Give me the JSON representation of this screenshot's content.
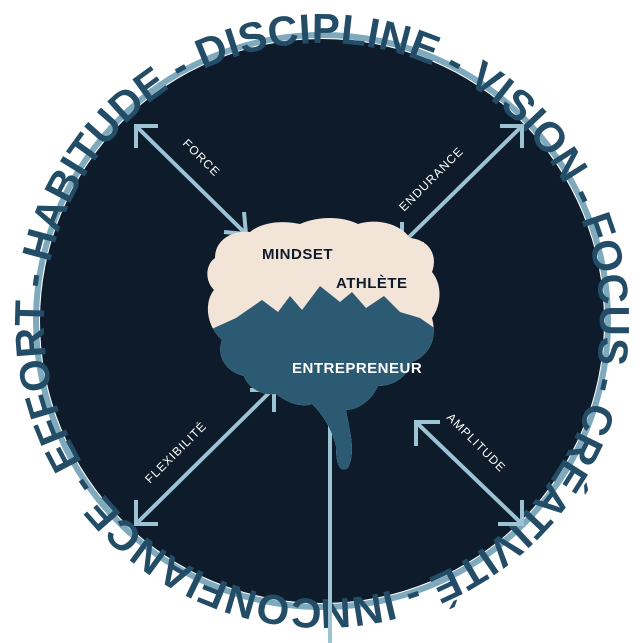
{
  "ring_words": "CONFIANCE - EFFORT - HABITUDE - DISCIPLINE - VISION - FOCUS - CRÉATIVITÉ - INNOVATION - ",
  "arrows": {
    "force": "FORCE",
    "endurance": "ENDURANCE",
    "flexibilite": "FLEXIBILITÉ",
    "amplitude": "AMPLITUDE"
  },
  "brain": {
    "mindset": "MINDSET",
    "athlete": "ATHLÈTE",
    "entrepreneur": "ENTREPRENEUR"
  },
  "colors": {
    "circle": "#0d1b2a",
    "ring_outline": "#7fa9bd",
    "ring_text": "#234c66",
    "brain_top": "#f3e4d8",
    "brain_bottom": "#2c5a73",
    "arrow": "#9cc3d4"
  }
}
